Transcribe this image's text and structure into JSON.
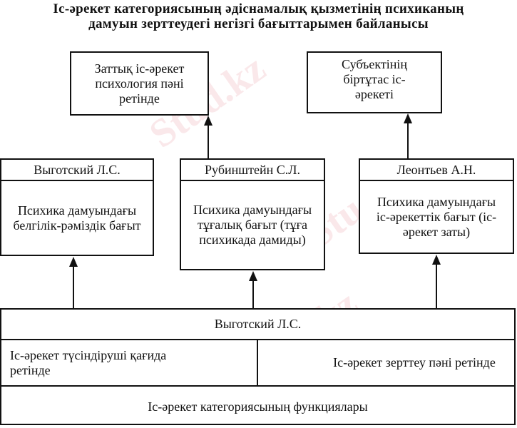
{
  "title": {
    "line1": "Іс-әрекет категориясының әдіснамалық қызметінің психиканың",
    "line2": "дамуын зерттеудегі негізгі бағыттарымен байланысы"
  },
  "top_boxes": [
    {
      "text": "Заттық іс-әрекет психология пәні ретінде"
    },
    {
      "text": "Субъектінің біртұтас іс-әрекеті"
    }
  ],
  "middle_boxes": [
    {
      "author": "Выготский Л.С.",
      "text": "Психика дамуындағы белгілік-рәміздік бағыт"
    },
    {
      "author": "Рубинштейн С.Л.",
      "text": "Психика дамуындағы тұғалық бағыт (тұға психикада дамиды)"
    },
    {
      "author": "Леонтьев А.Н.",
      "text": "Психика дамуындағы іс-әрекеттік бағыт (іс-әрекет заты)"
    }
  ],
  "bottom_table": {
    "header": "Выготский Л.С.",
    "left_cell": "Іс-әрекет түсіндіруші қағида ретінде",
    "right_cell": "Іс-әрекет зерттеу пәні ретінде",
    "footer": "Іс-әрекет категориясының функциялары"
  },
  "watermark": "Stud.kz"
}
